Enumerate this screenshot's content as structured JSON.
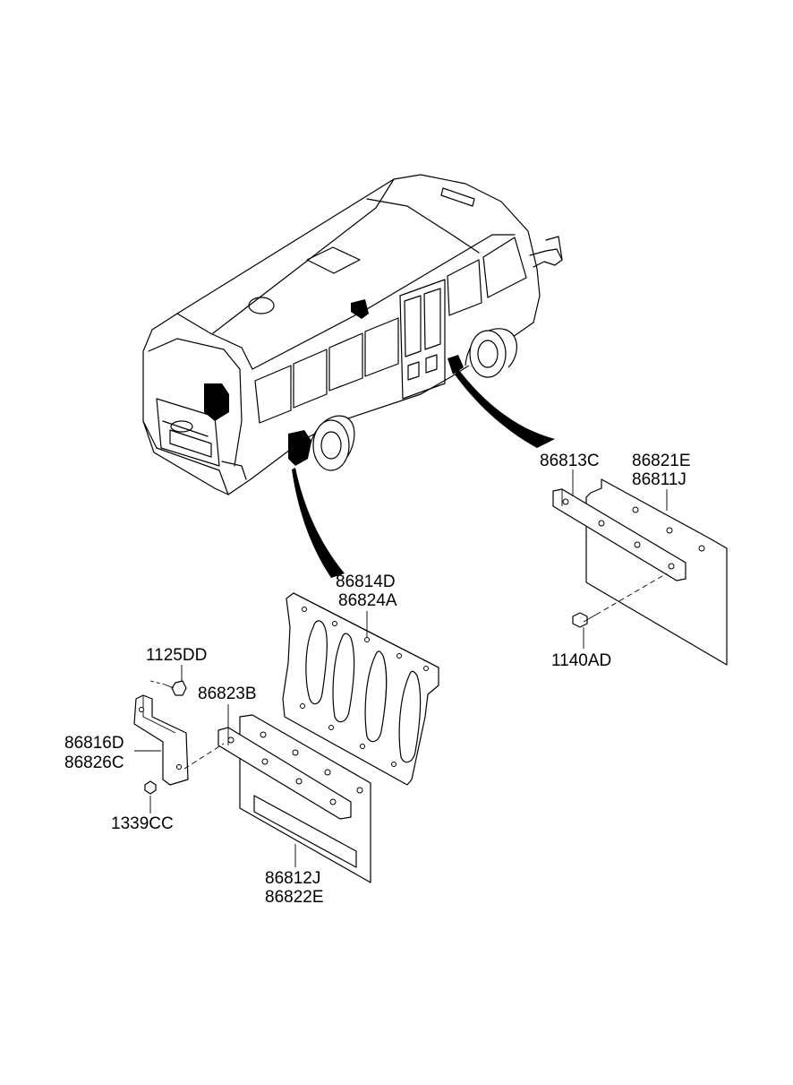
{
  "labels": {
    "l86813C": "86813C",
    "l86821E": "86821E",
    "l86811J": "86811J",
    "l1140AD": "1140AD",
    "l86814D": "86814D",
    "l86824A": "86824A",
    "l1125DD": "1125DD",
    "l86823B": "86823B",
    "l86816D": "86816D",
    "l86826C": "86826C",
    "l1339CC": "1339CC",
    "l86812J": "86812J",
    "l86822E": "86822E"
  }
}
